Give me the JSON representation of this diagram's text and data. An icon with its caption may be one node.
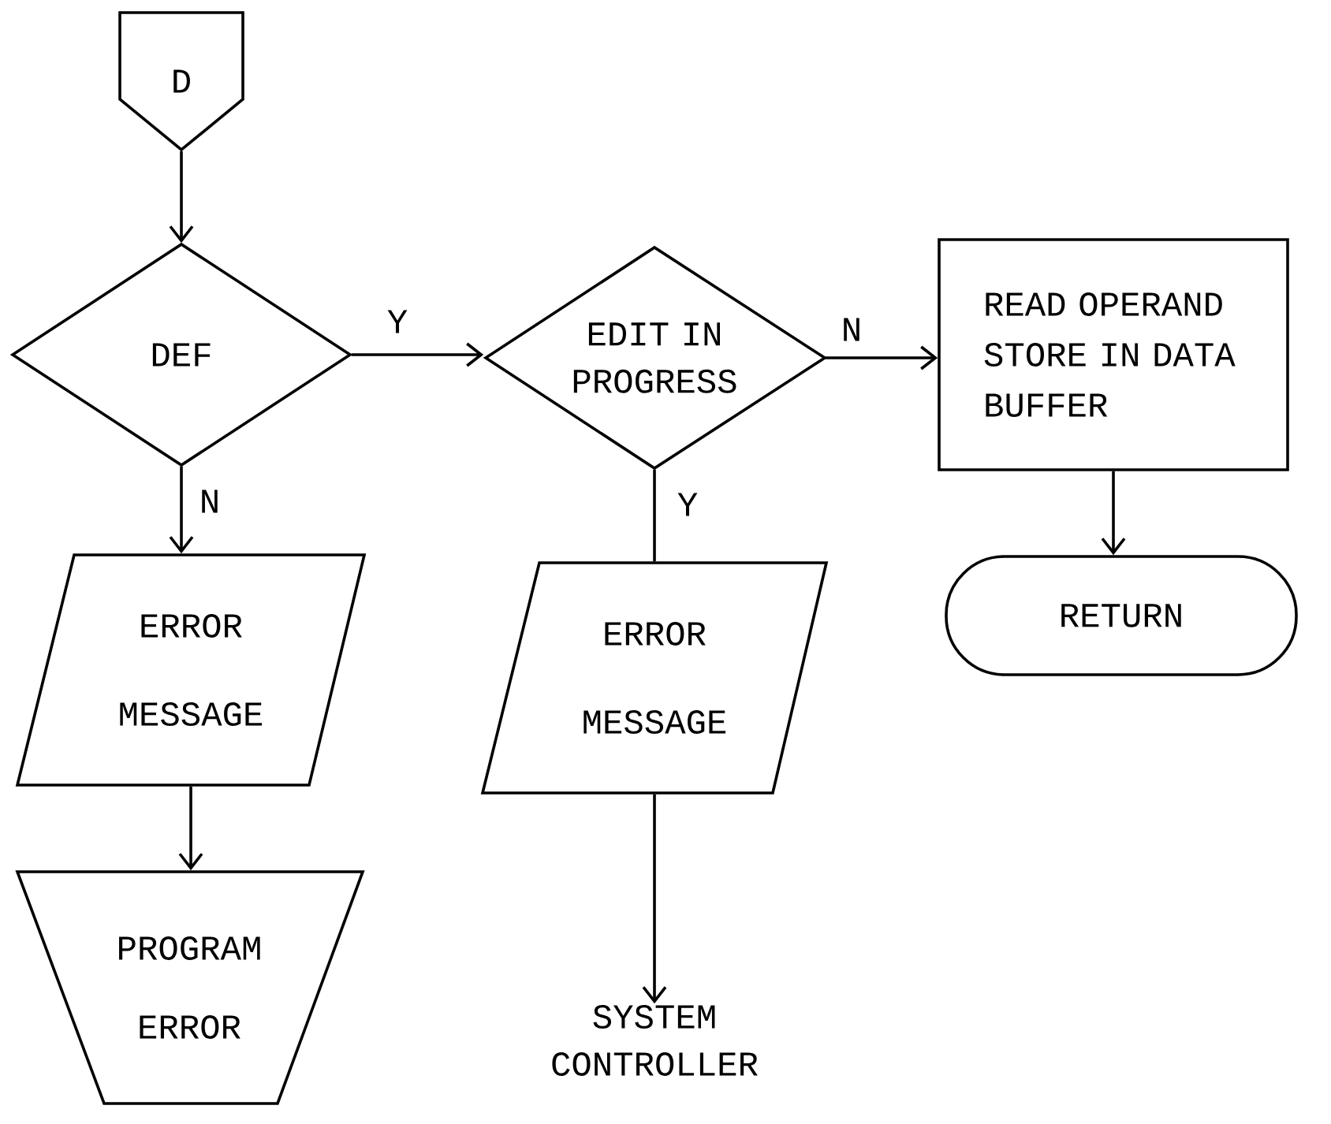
{
  "diagram": {
    "nodes": [
      {
        "text": [
          "D"
        ]
      },
      {
        "text": [
          "DEF"
        ]
      },
      {
        "text": [
          "EDIT IN PROGRESS"
        ]
      },
      {
        "text": [
          "READ OPERAND STORE IN DATA BUFFER"
        ]
      },
      {
        "text": [
          "ERROR MESSAGE"
        ]
      },
      {
        "text": [
          "ERROR MESSAGE"
        ]
      },
      {
        "text": [
          "RETURN"
        ]
      },
      {
        "text": [
          "PROGRAM ERROR"
        ]
      },
      {
        "text": [
          "SYSTEM CONTROLLER"
        ]
      }
    ],
    "edges": [
      {
        "from": 0,
        "to": 1,
        "arrow": "to"
      },
      {
        "from": 1,
        "to": 2,
        "arrow": "to",
        "label": "Y"
      },
      {
        "from": 2,
        "to": 3,
        "arrow": "to",
        "label": "N"
      },
      {
        "from": 1,
        "to": 4,
        "arrow": "to",
        "label": "N"
      },
      {
        "from": 2,
        "to": 5,
        "arrow": "none",
        "label": "Y"
      },
      {
        "from": 3,
        "to": 6,
        "arrow": "to"
      },
      {
        "from": 4,
        "to": 7,
        "arrow": "to"
      },
      {
        "from": 5,
        "to": 8,
        "arrow": "to"
      }
    ]
  }
}
